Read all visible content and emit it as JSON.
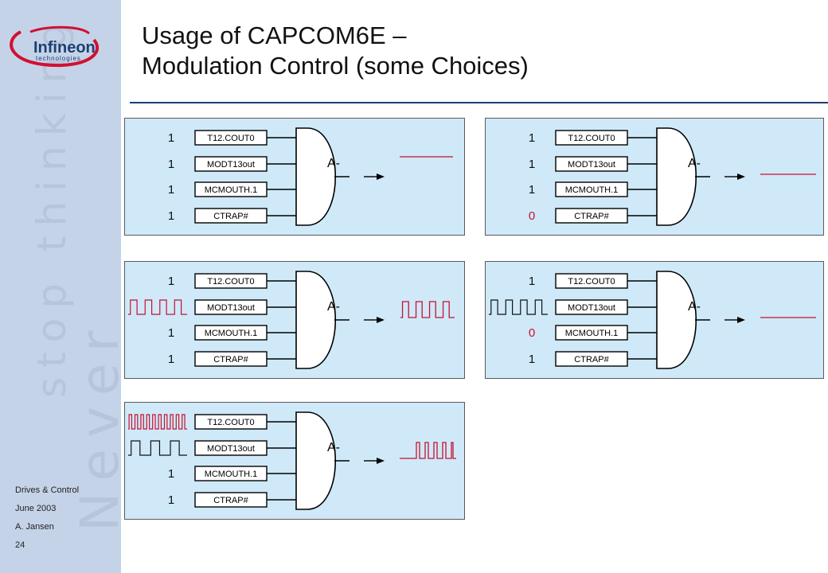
{
  "brand": {
    "name": "Infineon",
    "sub": "technologies",
    "watermark_line1": "Never",
    "watermark_line2": "stop thinking"
  },
  "title": {
    "line1": "Usage of CAPCOM6E –",
    "line2": "Modulation Control (some Choices)"
  },
  "footer": {
    "dept": "Drives & Control",
    "date": "June 2003",
    "author": "A. Jansen",
    "page": "24"
  },
  "colors": {
    "sidebar": "#c5d3e8",
    "panel_bg": "#cfe9f9",
    "rule": "#1d3f73",
    "red": "#c8102e",
    "dark": "#111111"
  },
  "gate_inputs": [
    "T12.COUT0",
    "MODT13out",
    "MCMOUTH.1",
    "CTRAP#"
  ],
  "gate_label": "A-",
  "panels": [
    {
      "id": "p1",
      "inputs": [
        {
          "kind": "text",
          "value": "1",
          "color": "dark"
        },
        {
          "kind": "text",
          "value": "1",
          "color": "dark"
        },
        {
          "kind": "text",
          "value": "1",
          "color": "dark"
        },
        {
          "kind": "text",
          "value": "1",
          "color": "dark"
        }
      ],
      "output": "high"
    },
    {
      "id": "p2",
      "inputs": [
        {
          "kind": "text",
          "value": "1",
          "color": "dark"
        },
        {
          "kind": "text",
          "value": "1",
          "color": "dark"
        },
        {
          "kind": "text",
          "value": "1",
          "color": "dark"
        },
        {
          "kind": "text",
          "value": "0",
          "color": "red"
        }
      ],
      "output": "low"
    },
    {
      "id": "p3",
      "inputs": [
        {
          "kind": "text",
          "value": "1",
          "color": "dark"
        },
        {
          "kind": "wave",
          "pulses": 4,
          "color": "red"
        },
        {
          "kind": "text",
          "value": "1",
          "color": "dark"
        },
        {
          "kind": "text",
          "value": "1",
          "color": "dark"
        }
      ],
      "output": "pwm"
    },
    {
      "id": "p4",
      "inputs": [
        {
          "kind": "text",
          "value": "1",
          "color": "dark"
        },
        {
          "kind": "wave",
          "pulses": 4,
          "color": "dark"
        },
        {
          "kind": "text",
          "value": "0",
          "color": "red"
        },
        {
          "kind": "text",
          "value": "1",
          "color": "dark"
        }
      ],
      "output": "low"
    },
    {
      "id": "p5",
      "inputs": [
        {
          "kind": "wave",
          "pulses": 10,
          "color": "red"
        },
        {
          "kind": "wave",
          "pulses": 3,
          "color": "dark"
        },
        {
          "kind": "text",
          "value": "1",
          "color": "dark"
        },
        {
          "kind": "text",
          "value": "1",
          "color": "dark"
        }
      ],
      "output": "bursts"
    }
  ]
}
